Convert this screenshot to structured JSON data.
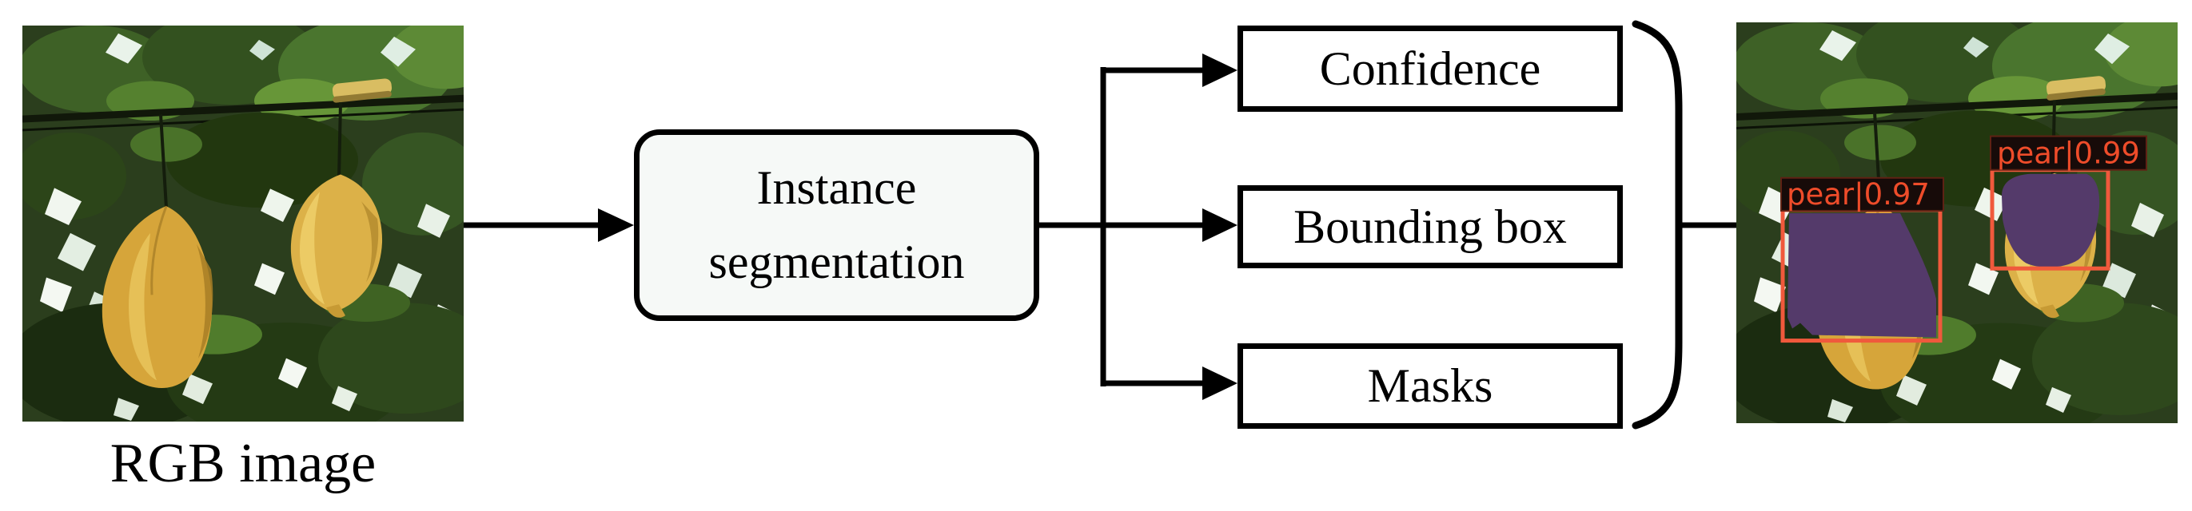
{
  "figure": {
    "input": {
      "caption": "RGB image"
    },
    "process": {
      "line1": "Instance",
      "line2": "segmentation"
    },
    "outputs": [
      {
        "label": "Confidence"
      },
      {
        "label": "Bounding box"
      },
      {
        "label": "Masks"
      }
    ],
    "result": {
      "detections": [
        {
          "label": "pear|0.97",
          "class_name": "pear",
          "confidence": "0.97"
        },
        {
          "label": "pear|0.99",
          "class_name": "pear",
          "confidence": "0.99"
        }
      ]
    },
    "colors": {
      "connector": "#000000",
      "process_box_fill": "#f6f9f7",
      "output_box_fill": "#ffffff",
      "detection_box_stroke": "#f0593c",
      "detection_text": "#ee4c2a",
      "detection_label_bg": "#170b09",
      "mask_fill": "#543a6a"
    }
  }
}
